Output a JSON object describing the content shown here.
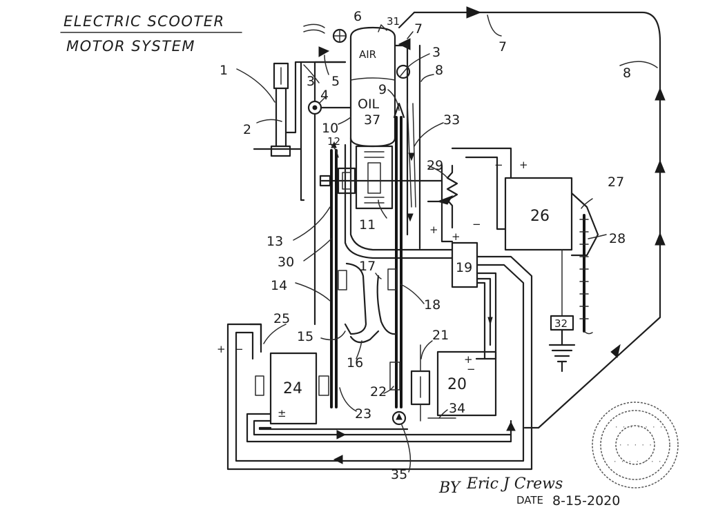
{
  "title": {
    "line1": "ELECTRIC SCOOTER",
    "line2": "MOTOR SYSTEM"
  },
  "labels": {
    "n1": "1",
    "n2": "2",
    "n3a": "3",
    "n3b": "3",
    "n4": "4",
    "n5": "5",
    "n6": "6",
    "n7a": "7",
    "n7b": "7",
    "n8a": "8",
    "n8b": "8",
    "n9": "9",
    "n10": "10",
    "n11": "11",
    "n12": "12",
    "n13": "13",
    "n14": "14",
    "n15": "15",
    "n16": "16",
    "n17": "17",
    "n18": "18",
    "n19": "19",
    "n20": "20",
    "n21": "21",
    "n22": "22",
    "n23": "23",
    "n24": "24",
    "n25": "25",
    "n26": "26",
    "n27": "27",
    "n28": "28",
    "n29": "29",
    "n30": "30",
    "n31": "31",
    "n32": "32",
    "n33": "33",
    "n34": "34",
    "n35": "35",
    "n37": "37"
  },
  "components": {
    "air": "AIR",
    "oil": "OIL"
  },
  "polarity": {
    "plus": "+",
    "minus": "−",
    "plus_minus": "±"
  },
  "signature": {
    "by": "BY",
    "name": "Eric J Crews",
    "date_label": "DATE",
    "date": "8-15-2020"
  },
  "colors": {
    "ink": "#1e1e1e",
    "paper": "#ffffff"
  }
}
